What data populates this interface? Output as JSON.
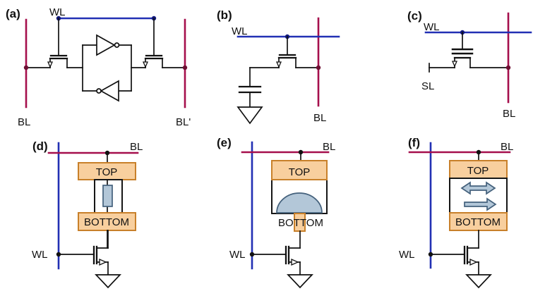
{
  "figure": {
    "panels": [
      {
        "label": "(a)",
        "wordline": "WL",
        "bitline": "BL",
        "bitline_bar": "BL'"
      },
      {
        "label": "(b)",
        "wordline": "WL",
        "bitline": "BL"
      },
      {
        "label": "(c)",
        "wordline": "WL",
        "bitline": "BL",
        "source_line": "SL"
      },
      {
        "label": "(d)",
        "wordline": "WL",
        "bitline": "BL",
        "top_electrode": "TOP",
        "bottom_electrode": "BOTTOM"
      },
      {
        "label": "(e)",
        "wordline": "WL",
        "bitline": "BL",
        "top_electrode": "TOP",
        "bottom_electrode": "BOTTOM"
      },
      {
        "label": "(f)",
        "wordline": "WL",
        "bitline": "BL",
        "top_electrode": "TOP",
        "bottom_electrode": "BOTTOM"
      }
    ],
    "colors": {
      "wordline_blue": "#2230b4",
      "bitline_crimson": "#a50f4c",
      "electrode_fill": "#f8cf9e",
      "electrode_border": "#c8802a",
      "element_fill": "#b3c7d8",
      "element_border": "#44617c",
      "wire_black": "#111111"
    }
  }
}
